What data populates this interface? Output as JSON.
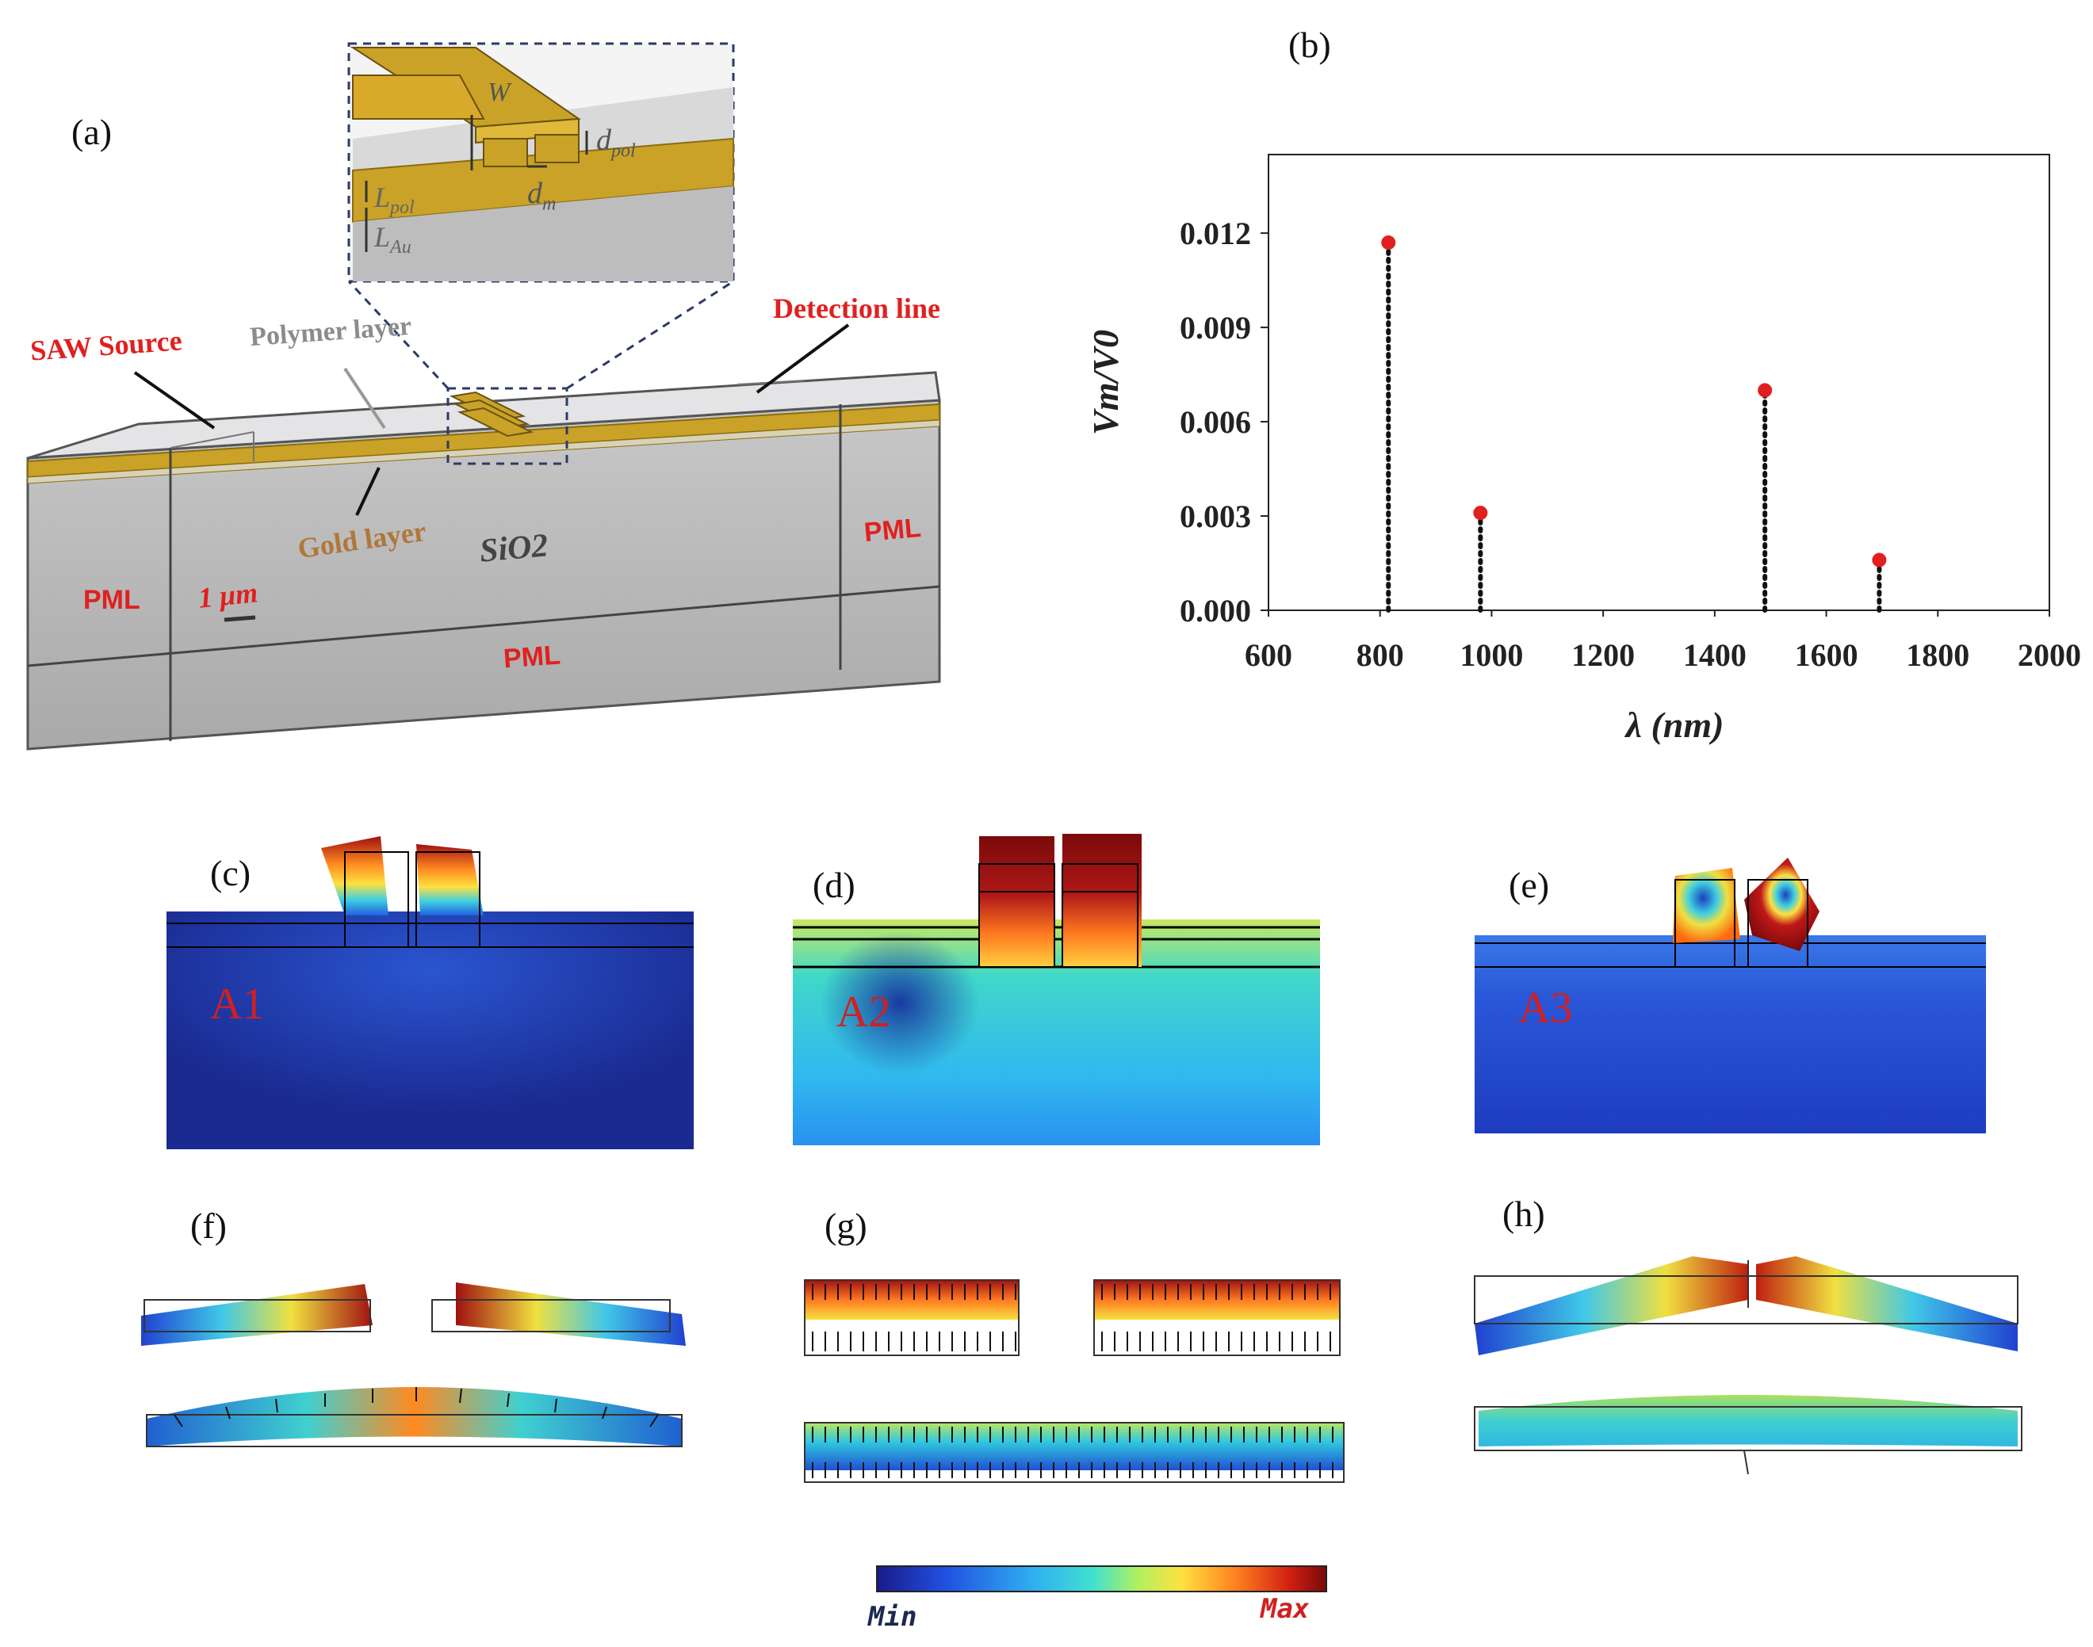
{
  "panels": {
    "a": {
      "label": "(a)",
      "texts": {
        "saw_source": "SAW Source",
        "polymer_layer": "Polymer layer",
        "detection_line": "Detection line",
        "gold_layer": "Gold layer",
        "sio2": "SiO2",
        "pml_left": "PML",
        "pml_right": "PML",
        "pml_bottom": "PML",
        "scale_bar": "1 μm"
      },
      "inset": {
        "w": "W",
        "d_pol": "d",
        "d_pol_sub": "pol",
        "d_m": "d",
        "d_m_sub": "m",
        "l_pol": "L",
        "l_pol_sub": "pol",
        "l_au": "L",
        "l_au_sub": "Au"
      },
      "colors": {
        "gold": "#c9a227",
        "gray": "#b8b8b8",
        "red": "#e02020"
      }
    },
    "b": {
      "label": "(b)"
    },
    "c": {
      "label": "(c)",
      "mode": "A1"
    },
    "d": {
      "label": "(d)",
      "mode": "A2"
    },
    "e": {
      "label": "(e)",
      "mode": "A3"
    },
    "f": {
      "label": "(f)"
    },
    "g": {
      "label": "(g)"
    },
    "h": {
      "label": "(h)"
    }
  },
  "colorbar": {
    "min_label": "Min",
    "max_label": "Max"
  },
  "chart_data": {
    "type": "scatter",
    "style": "stem",
    "xlabel": "λ (nm)",
    "ylabel": "Vm/V0",
    "xlim": [
      600,
      2000
    ],
    "ylim": [
      0,
      0.0145
    ],
    "xticks": [
      "600",
      "800",
      "1000",
      "1200",
      "1400",
      "1600",
      "1800",
      "2000"
    ],
    "yticks": [
      "0.000",
      "0.003",
      "0.006",
      "0.009",
      "0.012"
    ],
    "points": [
      {
        "x": 815,
        "y": 0.0117
      },
      {
        "x": 980,
        "y": 0.0031
      },
      {
        "x": 1490,
        "y": 0.007
      },
      {
        "x": 1695,
        "y": 0.0016
      }
    ],
    "marker_color": "#e02020",
    "grid": false
  }
}
